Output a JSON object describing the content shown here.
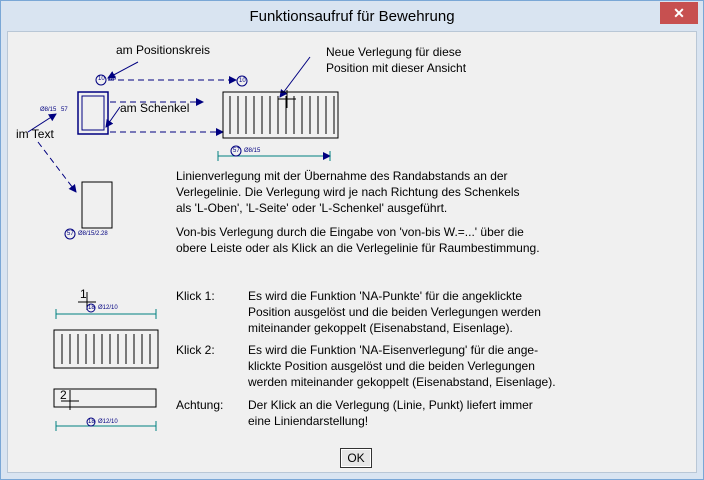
{
  "window": {
    "title": "Funktionsaufruf für Bewehrung",
    "close_symbol": "✕"
  },
  "diagram": {
    "label_positionskreis": "am Positionskreis",
    "label_neue": "Neue Verlegung für diese\nPosition mit dieser Ansicht",
    "label_schenkel": "am Schenkel",
    "label_text": "im Text",
    "tag_top": "10",
    "tag_top_suffix": "Ø8",
    "tag_top2": "10",
    "tag_left": "Ø8/15",
    "tag_left_num": "57",
    "tag_bottom": "57",
    "tag_bottom_suffix": "Ø8/15",
    "tag_small": "57",
    "tag_small_suffix": "Ø8/15/2.28"
  },
  "text1": "Linienverlegung mit der Übernahme des Randabstands an der\nVerlegelinie. Die Verlegung wird je nach Richtung des Schenkels\nals 'L-Oben', 'L-Seite' oder 'L-Schenkel' ausgeführt.",
  "text2": "Von-bis Verlegung durch die Eingabe von 'von-bis W.=...' über die\nobere Leiste oder als Klick an die Verlegelinie für Raumbestimmung.",
  "steps": [
    {
      "label": "Klick 1:",
      "text": "Es wird die Funktion 'NA-Punkte' für die angeklickte\nPosition ausgelöst und die beiden Verlegungen werden\nmiteinander gekoppelt (Eisenabstand, Eisenlage)."
    },
    {
      "label": "Klick 2:",
      "text": "Es wird die Funktion 'NA-Eisenverlegung' für die ange-\nklickte Position ausgelöst und die beiden Verlegungen\nwerden miteinander gekoppelt (Eisenabstand, Eisenlage)."
    },
    {
      "label": "Achtung:",
      "text": "Der Klick an die Verlegung (Linie, Punkt) liefert immer\neine Liniendarstellung!"
    }
  ],
  "diagram2": {
    "num1": "1",
    "num2": "2",
    "tag_a": "18",
    "tag_a_suffix": "Ø12/10",
    "tag_b": "18",
    "tag_b_suffix": "Ø12/10"
  },
  "ok_label": "OK",
  "colors": {
    "frame": "#7aa7d6",
    "titlebar": "#d9e4f1",
    "close": "#c75050",
    "accent": "#000080"
  }
}
